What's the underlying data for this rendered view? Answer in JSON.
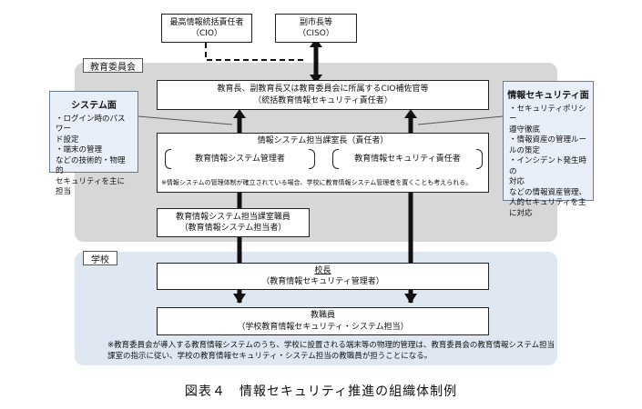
{
  "top": {
    "cio": {
      "line1": "最高情報統括責任者",
      "line2": "（CIO）"
    },
    "ciso": {
      "line1": "副市長等",
      "line2": "（CISO）"
    }
  },
  "board_region": {
    "label": "教育委員会",
    "chief": {
      "line1": "教育長、副教育長又は教育委員会に所属するCIO補佐官等",
      "line2": "（統括教育情報セキュリティ責任者）"
    },
    "section_head": {
      "title": "情報システム担当課室長（責任者）",
      "left": "教育情報システム管理者",
      "right": "教育情報セキュリティ責任者",
      "note": "※情報システムの管理体制が確立されている場合、学校に教育情報システム管理者を置くことも考えられる。"
    },
    "staff": {
      "line1": "教育情報システム担当課室職員",
      "line2": "（教育情報システム担当者）"
    }
  },
  "system_panel": {
    "title": "システム面",
    "text": "・ログイン時のパスワー\n  ド設定\n・端末の管理\nなどの技術的・物理的\nセキュリティを主に担当"
  },
  "security_panel": {
    "title": "情報セキュリティ面",
    "text": "・セキュリティポリシー\n  遵守徹底\n・情報資産の管理ルー\n  ルの策定\n・インシデント発生時の\n  対応\n  などの情報資産管理、\n  人的セキュリティを主\n  に対応"
  },
  "school_region": {
    "label": "学校",
    "principal": {
      "line1": "校長",
      "line2": "（教育情報セキュリティ管理者）"
    },
    "staff": {
      "line1": "教職員",
      "line2": "（学校教育情報セキュリティ・システム担当）"
    },
    "note": "※教育委員会が導入する教育情報システムのうち、学校に設置される端末等の物理的管理は、教育委員会の教育情報システム担当\n  課室の指示に従い、学校の教育情報セキュリティ・システム担当の教職員が担うことになる。"
  },
  "caption": "図表４　情報セキュリティ推進の組織体制例"
}
